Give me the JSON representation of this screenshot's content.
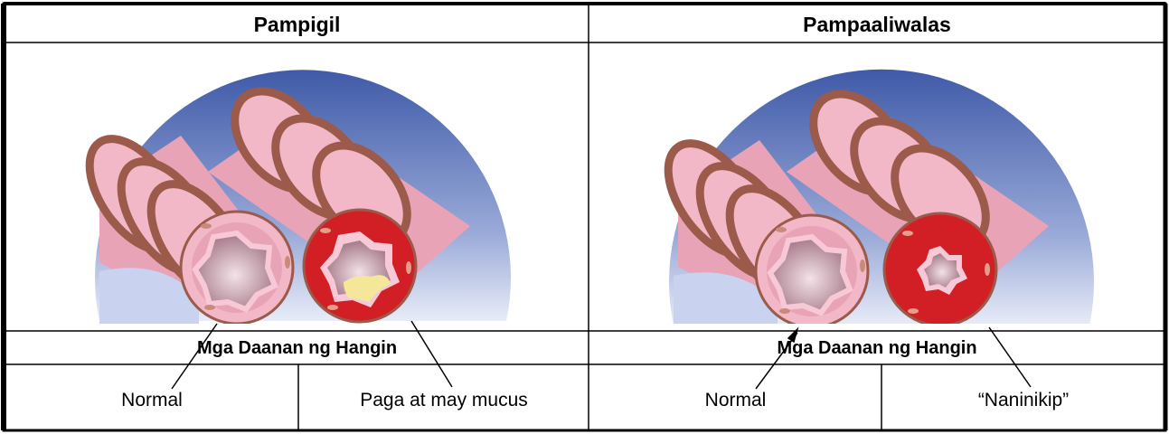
{
  "columns": [
    {
      "title": "Pampigil",
      "section_label": "Mga Daanan ng Hangin",
      "left_label": "Normal",
      "right_label": "Paga at may mucus"
    },
    {
      "title": "Pampaaliwalas",
      "section_label": "Mga Daanan ng Hangin",
      "left_label": "Normal",
      "right_label": "“Naninikip”"
    }
  ],
  "colors": {
    "sky_top": "#3f5aa8",
    "sky_bottom": "#e8ecf8",
    "tube_pink": "#e9a3b6",
    "tube_light": "#f7c9d6",
    "ring_brown": "#9b5a4a",
    "inflamed_red": "#d11f25",
    "mucus_yellow": "#f4e79a",
    "lumen": "#b8909c"
  }
}
